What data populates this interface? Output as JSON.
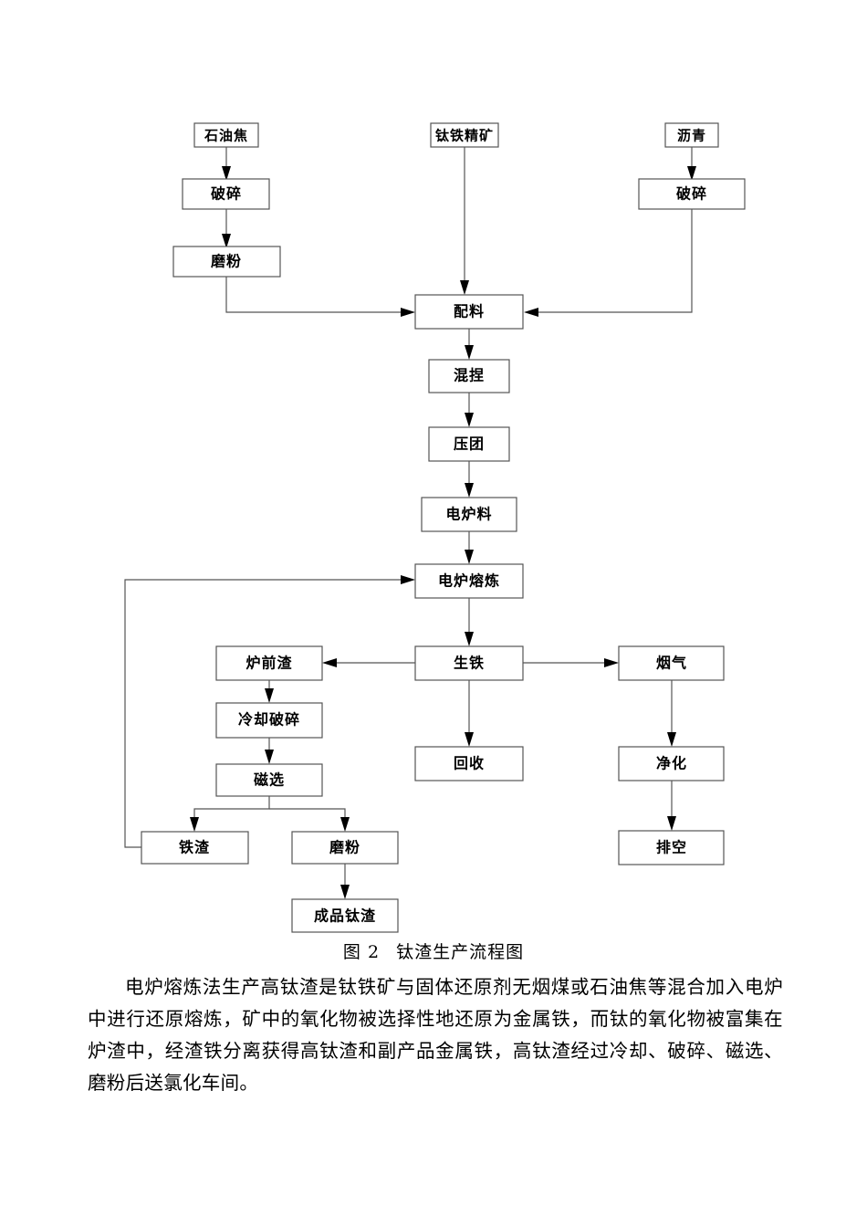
{
  "figure": {
    "caption_number": "图 2",
    "caption_title": "钛渣生产流程图",
    "nodes": {
      "petroleum_coke": "石油焦",
      "crush_left": "破碎",
      "grind_left": "磨粉",
      "ti_fe_concentrate": "钛铁精矿",
      "pitch": "沥青",
      "crush_right": "破碎",
      "batching": "配料",
      "kneading": "混捏",
      "briquetting": "压团",
      "furnace_charge": "电炉料",
      "electric_smelting": "电炉熔炼",
      "pre_furnace_slag": "炉前渣",
      "cooling_crushing": "冷却破碎",
      "magnetic_separation": "磁选",
      "iron_slag": "铁渣",
      "grinding": "磨粉",
      "finished_ti_slag": "成品钛渣",
      "pig_iron": "生铁",
      "recovery": "回收",
      "flue_gas": "烟气",
      "purification": "净化",
      "venting": "排空"
    }
  },
  "body": {
    "paragraph": "电炉熔炼法生产高钛渣是钛铁矿与固体还原剂无烟煤或石油焦等混合加入电炉中进行还原熔炼，矿中的氧化物被选择性地还原为金属铁，而钛的氧化物被富集在炉渣中，经渣铁分离获得高钛渣和副产品金属铁，高钛渣经过冷却、破碎、磁选、磨粉后送氯化车间。"
  }
}
